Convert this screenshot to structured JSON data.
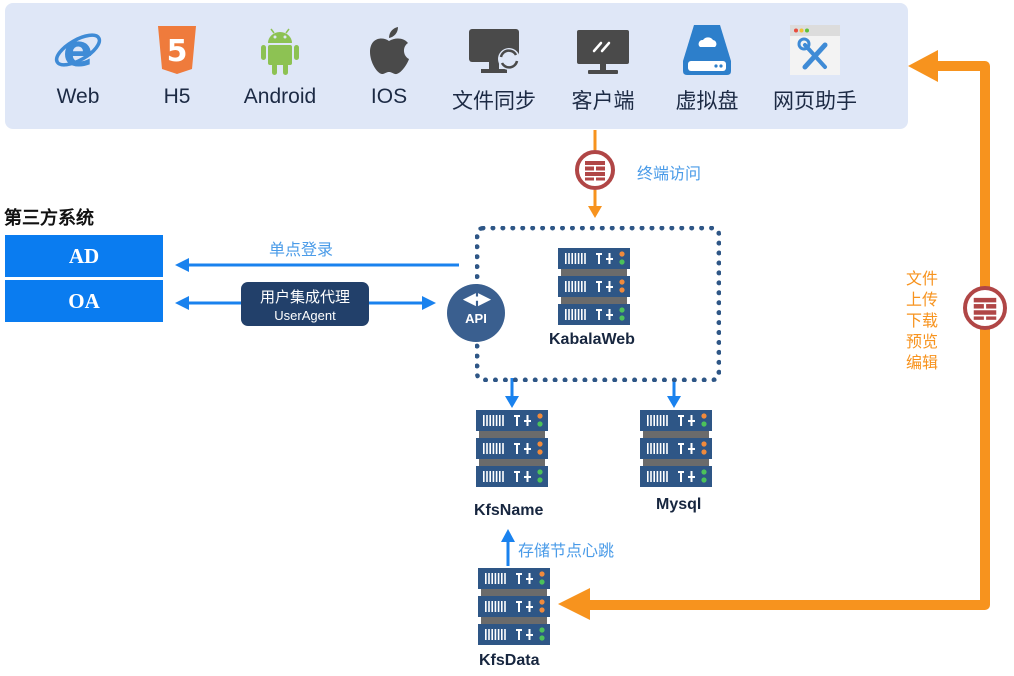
{
  "clients": [
    {
      "label": "Web",
      "icon": "ie-browser-icon"
    },
    {
      "label": "H5",
      "icon": "html5-icon"
    },
    {
      "label": "Android",
      "icon": "android-icon"
    },
    {
      "label": "IOS",
      "icon": "apple-icon"
    },
    {
      "label": "文件同步",
      "icon": "monitor-sync-icon"
    },
    {
      "label": "客户端",
      "icon": "desktop-monitor-icon"
    },
    {
      "label": "虚拟盘",
      "icon": "cloud-drive-icon"
    },
    {
      "label": "网页助手",
      "icon": "browser-tools-icon"
    }
  ],
  "third_party": {
    "title": "第三方系统",
    "systems": [
      "AD",
      "OA"
    ]
  },
  "links": {
    "sso": "单点登录",
    "user_agent_cn": "用户集成代理",
    "user_agent_en": "UserAgent",
    "terminal_access": "终端访问",
    "heartbeat": "存储节点心跳",
    "file_ops": [
      "文件",
      "上传",
      "下载",
      "预览",
      "编辑"
    ]
  },
  "api_label": "API",
  "servers": {
    "web": "KabalaWeb",
    "name": "KfsName",
    "mysql": "Mysql",
    "data": "KfsData"
  },
  "colors": {
    "client_bar_bg": "#dfe7f7",
    "third_party_blue": "#0a7cf0",
    "arrow_blue": "#1a82ee",
    "label_blue": "#4a9be8",
    "orange": "#f7931e",
    "server_navy": "#2e5686",
    "firewall_red": "#b04646",
    "agent_navy": "#22406a"
  }
}
